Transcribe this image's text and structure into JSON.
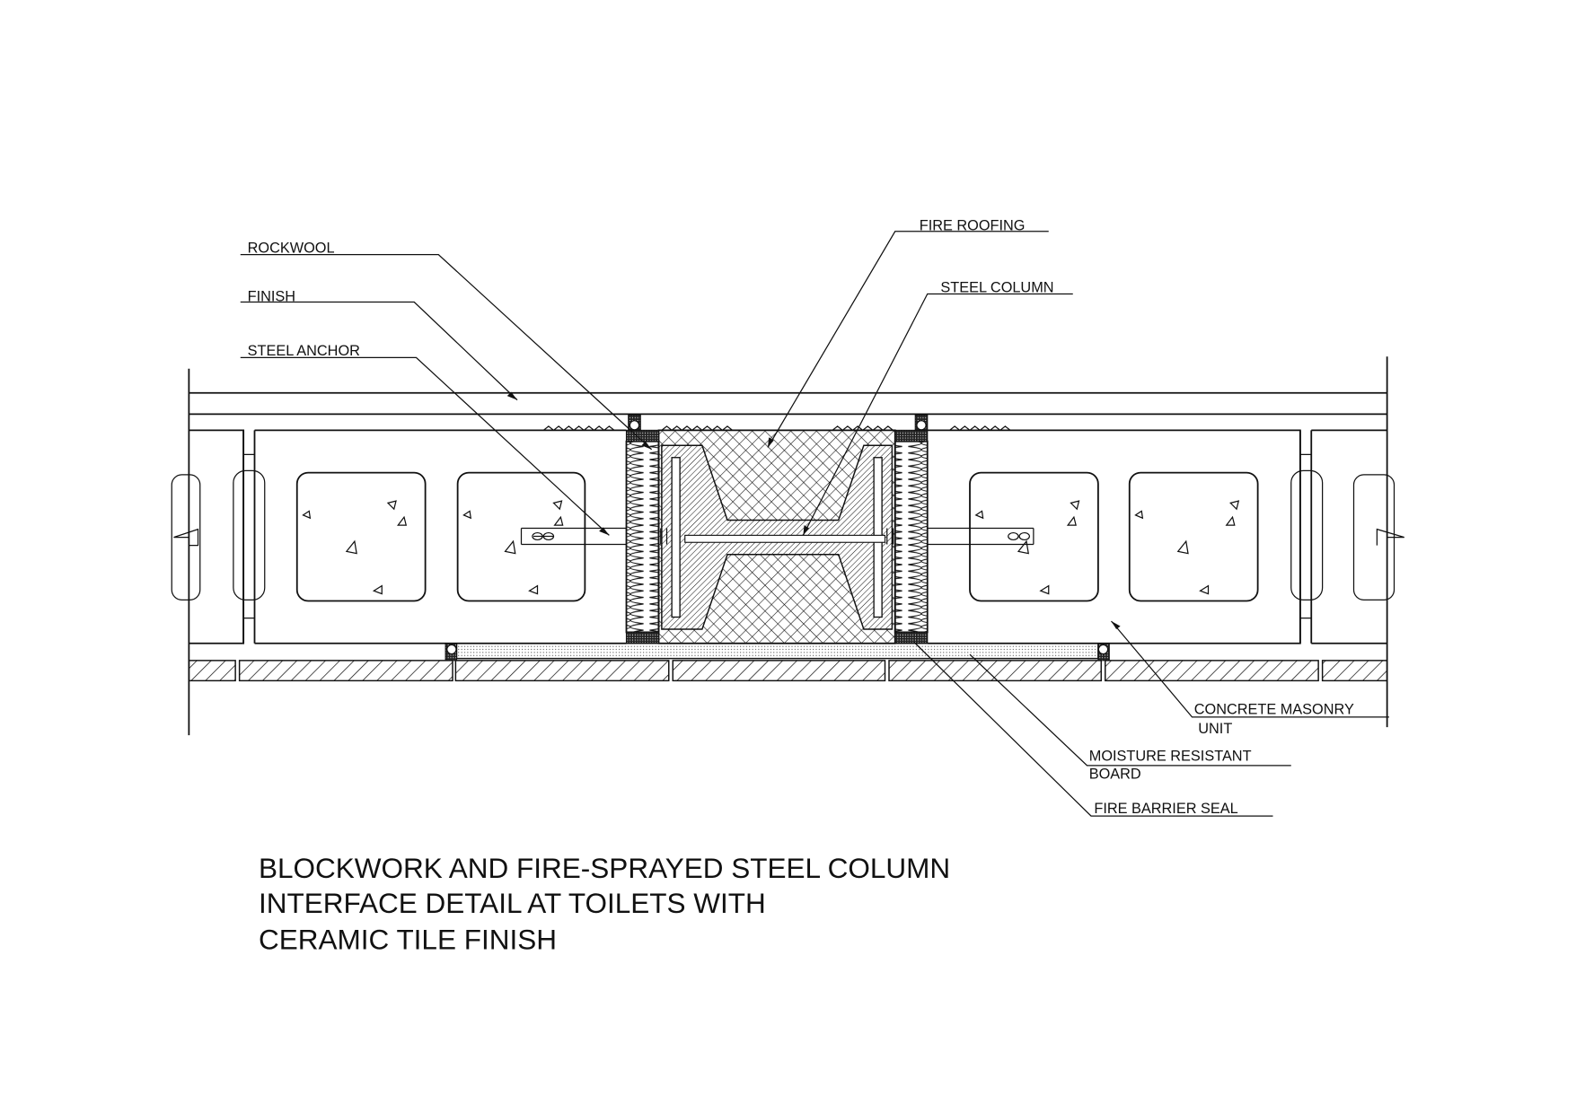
{
  "labels": {
    "rockwool": "ROCKWOOL",
    "finish": "FINISH",
    "steel_anchor": "STEEL ANCHOR",
    "fire_proofing": "FIRE ROOFING",
    "steel_column": "STEEL COLUMN",
    "cmu_line1": "CONCRETE MASONRY",
    "cmu_line2": "UNIT",
    "mrb_line1": "MOISTURE RESISTANT",
    "mrb_line2": "BOARD",
    "fire_barrier_seal": "FIRE BARRIER SEAL"
  },
  "title": {
    "line1": "BLOCKWORK AND FIRE-SPRAYED STEEL COLUMN",
    "line2": "INTERFACE DETAIL AT TOILETS WITH",
    "line3": "CERAMIC TILE FINISH"
  },
  "colors": {
    "ink": "#111111",
    "background": "#ffffff"
  }
}
